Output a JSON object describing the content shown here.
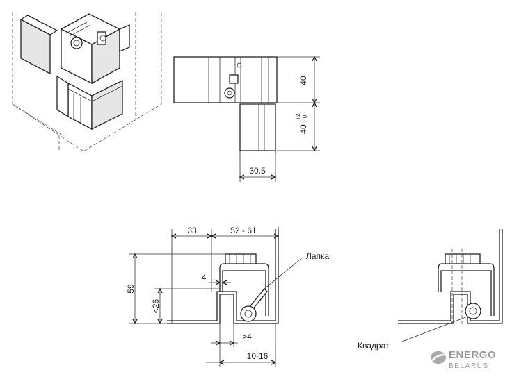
{
  "dimensions": {
    "height_40": "40",
    "height_40_tol": "40",
    "tol_upper": "+2",
    "tol_lower": "0",
    "width_30_5": "30.5",
    "dim_33": "33",
    "dim_52_61": "52 - 61",
    "dim_59": "59",
    "dim_4": "4",
    "dim_26": "<26",
    "dim_gt4": ">4",
    "dim_10_16": "10-16"
  },
  "labels": {
    "lapka": "Лапка",
    "kvadrat": "Квадрат"
  },
  "logo": {
    "main": "ENERGO",
    "sub": "BELARUS",
    "color": "#9a9a9a"
  }
}
